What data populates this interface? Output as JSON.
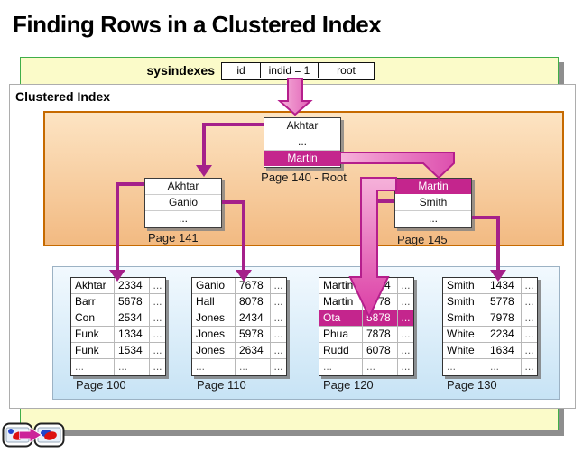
{
  "title": "Finding Rows in a Clustered Index",
  "sysindexes": {
    "label": "sysindexes",
    "cells": [
      "id",
      "indid = 1",
      "root"
    ]
  },
  "clustered_index_label": "Clustered Index",
  "index_nodes": {
    "root": {
      "rows": [
        "Akhtar",
        "...",
        "Martin"
      ],
      "highlight_row": 2,
      "label": "Page 140 - Root"
    },
    "page141": {
      "rows": [
        "Akhtar",
        "Ganio",
        "..."
      ],
      "highlight_row": -1,
      "label": "Page 141"
    },
    "page145": {
      "rows": [
        "Martin",
        "Smith",
        "..."
      ],
      "highlight_row": 0,
      "label": "Page 145"
    }
  },
  "leaf_pages": [
    {
      "label": "Page 100",
      "highlight_row": -1,
      "rows": [
        [
          "Akhtar",
          "2334",
          "..."
        ],
        [
          "Barr",
          "5678",
          "..."
        ],
        [
          "Con",
          "2534",
          "..."
        ],
        [
          "Funk",
          "1334",
          "..."
        ],
        [
          "Funk",
          "1534",
          "..."
        ],
        [
          "...",
          "...",
          "..."
        ]
      ]
    },
    {
      "label": "Page 110",
      "highlight_row": -1,
      "rows": [
        [
          "Ganio",
          "7678",
          "..."
        ],
        [
          "Hall",
          "8078",
          "..."
        ],
        [
          "Jones",
          "2434",
          "..."
        ],
        [
          "Jones",
          "5978",
          "..."
        ],
        [
          "Jones",
          "2634",
          "..."
        ],
        [
          "...",
          "...",
          "..."
        ]
      ]
    },
    {
      "label": "Page 120",
      "highlight_row": 2,
      "rows": [
        [
          "Martin",
          "1234",
          "..."
        ],
        [
          "Martin",
          "7778",
          "..."
        ],
        [
          "Ota",
          "5878",
          "..."
        ],
        [
          "Phua",
          "7878",
          "..."
        ],
        [
          "Rudd",
          "6078",
          "..."
        ],
        [
          "...",
          "...",
          "..."
        ]
      ]
    },
    {
      "label": "Page 130",
      "highlight_row": -1,
      "rows": [
        [
          "Smith",
          "1434",
          "..."
        ],
        [
          "Smith",
          "5778",
          "..."
        ],
        [
          "Smith",
          "7978",
          "..."
        ],
        [
          "White",
          "2234",
          "..."
        ],
        [
          "White",
          "1634",
          "..."
        ],
        [
          "...",
          "...",
          "..."
        ]
      ]
    }
  ],
  "nav_icons": {
    "prev": "animation-step-icon",
    "next": "animation-step-icon",
    "between": "forward-arrow-icon"
  },
  "colors": {
    "highlight_magenta": "#c4258d",
    "path_arrow_fill_light": "#f6b2da",
    "path_arrow_fill_dark": "#e05fb5",
    "path_arrow_border": "#b51e8c",
    "tree_edge": "#a5208a",
    "banner_yellow": "#fbfbc9",
    "banner_border_green": "#3fae49",
    "index_box_orange_top": "#fde4c3",
    "index_box_orange_bottom": "#f2ba82",
    "index_box_border": "#c66a00",
    "leaf_box_blue_top": "#f2f9fe",
    "leaf_box_blue_bottom": "#c7e3f5",
    "shadow_gray": "#8e8e8e"
  }
}
